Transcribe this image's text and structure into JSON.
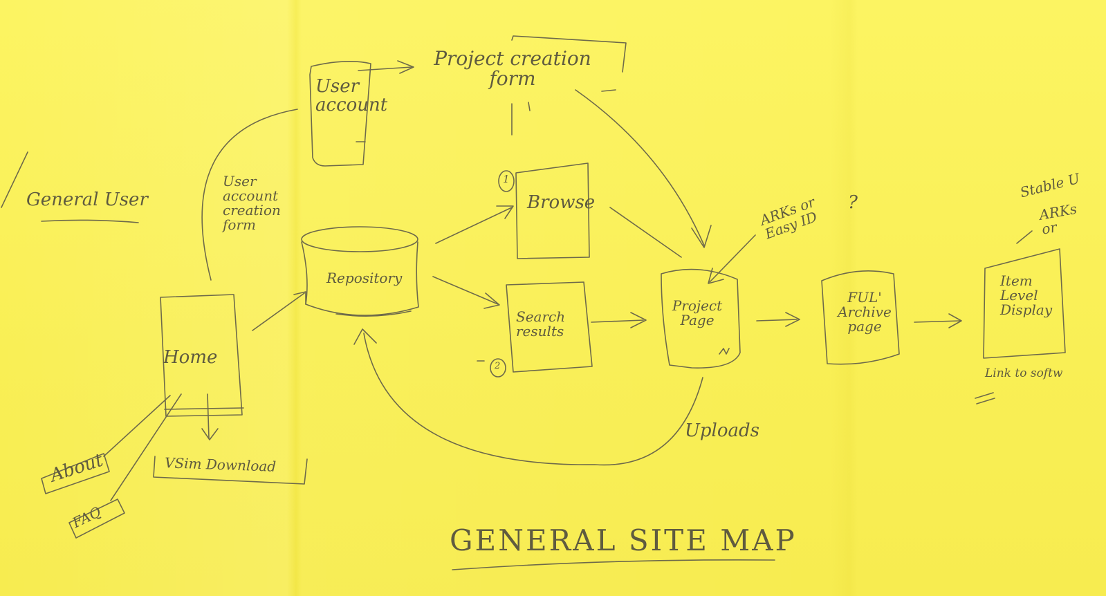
{
  "diagram": {
    "title": "GENERAL SITE MAP",
    "nodes": {
      "general_user": "General User",
      "user_account": "User account",
      "user_account_creation_form": "User account creation form",
      "project_creation_form": "Project creation form",
      "home": "Home",
      "about": "About",
      "faq": "FAQ",
      "vsim_download": "VSim Download",
      "repository": "Repository",
      "browse": "Browse",
      "search_results": "Search results",
      "project_page": "Project Page",
      "ful_archive_page": "FUL' Archive page",
      "item_level_display": "Item Level Display"
    },
    "annotations": {
      "arks_easy_id": "ARKs or Easy ID",
      "question_mark": "?",
      "uploads": "Uploads",
      "stable_url": "Stable U",
      "arks_or": "ARKs or",
      "link_to_software": "Link to softw",
      "number_one": "1",
      "number_two": "2"
    }
  }
}
